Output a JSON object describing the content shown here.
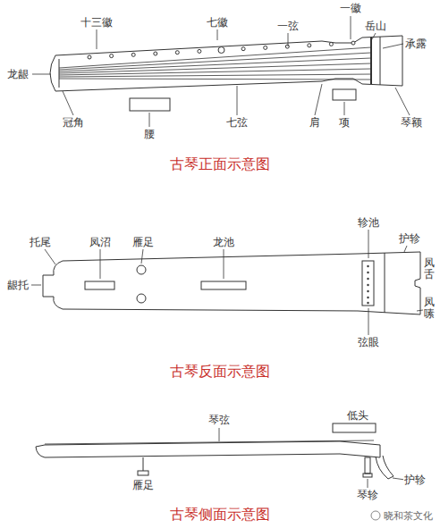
{
  "diagram": {
    "labels": [
      "十三徽",
      "七徽",
      "一弦",
      "一徽",
      "岳山",
      "承露",
      "龙龈",
      "冠角",
      "腰",
      "七弦",
      "肩",
      "项",
      "琴额",
      "古琴正面示意图",
      "轸池",
      "护轸",
      "托尾",
      "凤沼",
      "雁足",
      "龙池",
      "龈托",
      "凤舌",
      "凤嗉",
      "弦眼",
      "古琴反面示意图",
      "低头",
      "琴弦",
      "雁足",
      "琴轸",
      "护轸",
      "古琴侧面示意图",
      "晓和茶文化"
    ]
  }
}
